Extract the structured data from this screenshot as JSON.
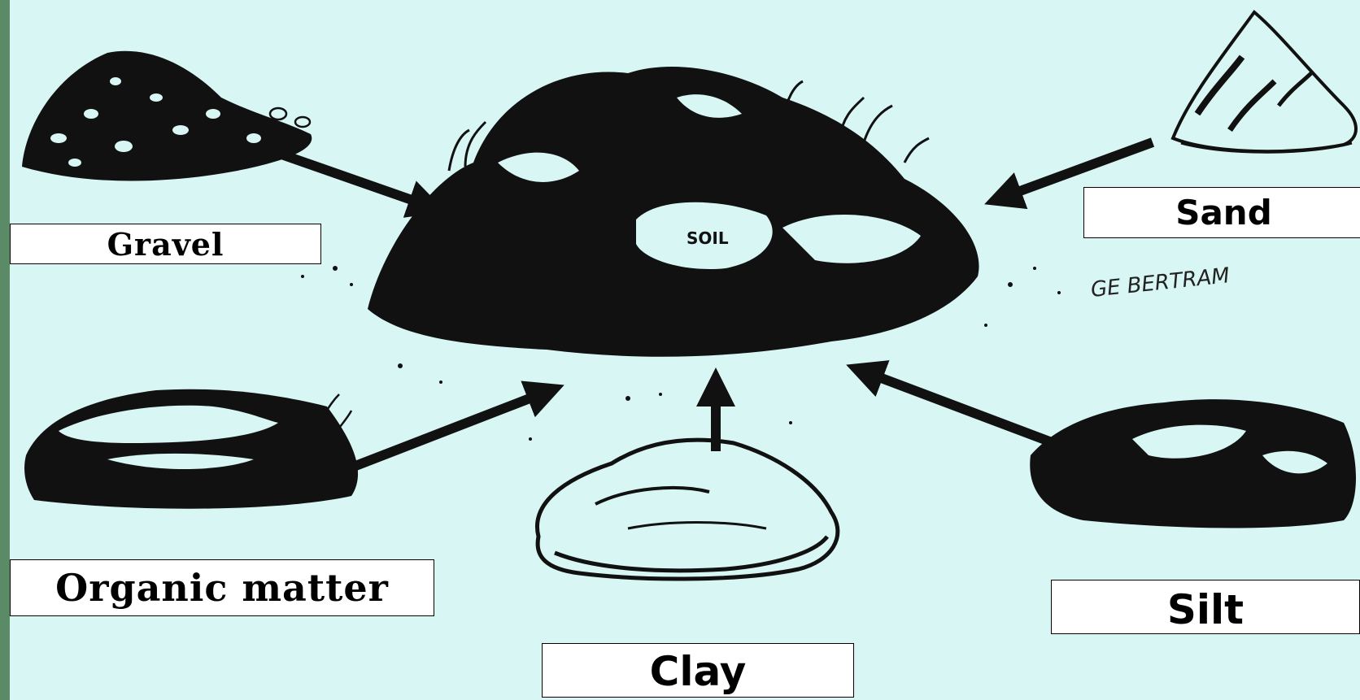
{
  "labels": {
    "gravel": "Gravel",
    "sand": "Sand",
    "organic_matter": "Organic matter",
    "clay": "Clay",
    "silt": "Silt"
  },
  "drawing": {
    "center_text": "SOIL",
    "signature": "GE BERTRAM"
  },
  "colors": {
    "background": "#d8f6f3",
    "ink": "#111111",
    "frame": "#5b8a66"
  }
}
